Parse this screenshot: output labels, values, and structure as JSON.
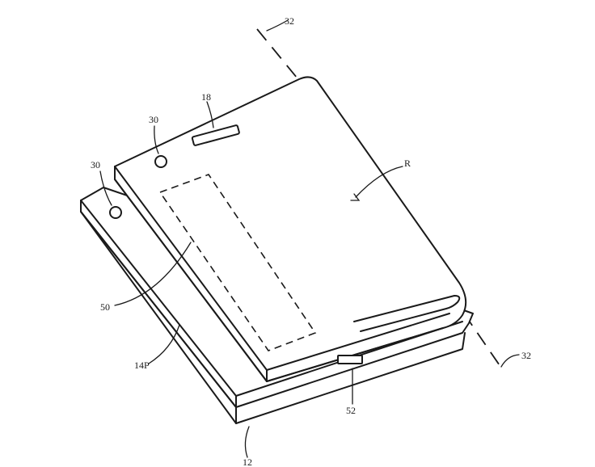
{
  "figure": {
    "labels": {
      "axis_top": "32",
      "axis_bottom": "32",
      "sensor_upper": "30",
      "sensor_lower": "30",
      "speaker": "18",
      "region": "R",
      "dashed_area": "50",
      "lower_panel": "14P",
      "connector": "52",
      "device": "12"
    }
  }
}
